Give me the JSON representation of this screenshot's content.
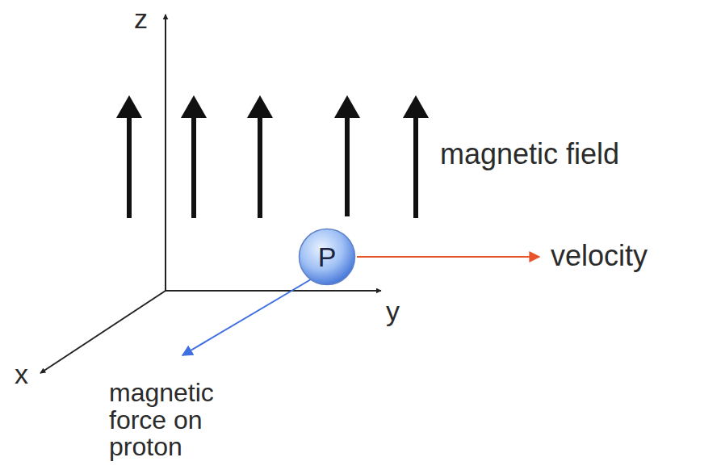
{
  "diagram": {
    "nodes": [
      {
        "text": [
          "P"
        ]
      }
    ],
    "labels": [
      "z",
      "magnetic field",
      "velocity",
      "y",
      "x",
      "magnetic force on proton"
    ]
  }
}
